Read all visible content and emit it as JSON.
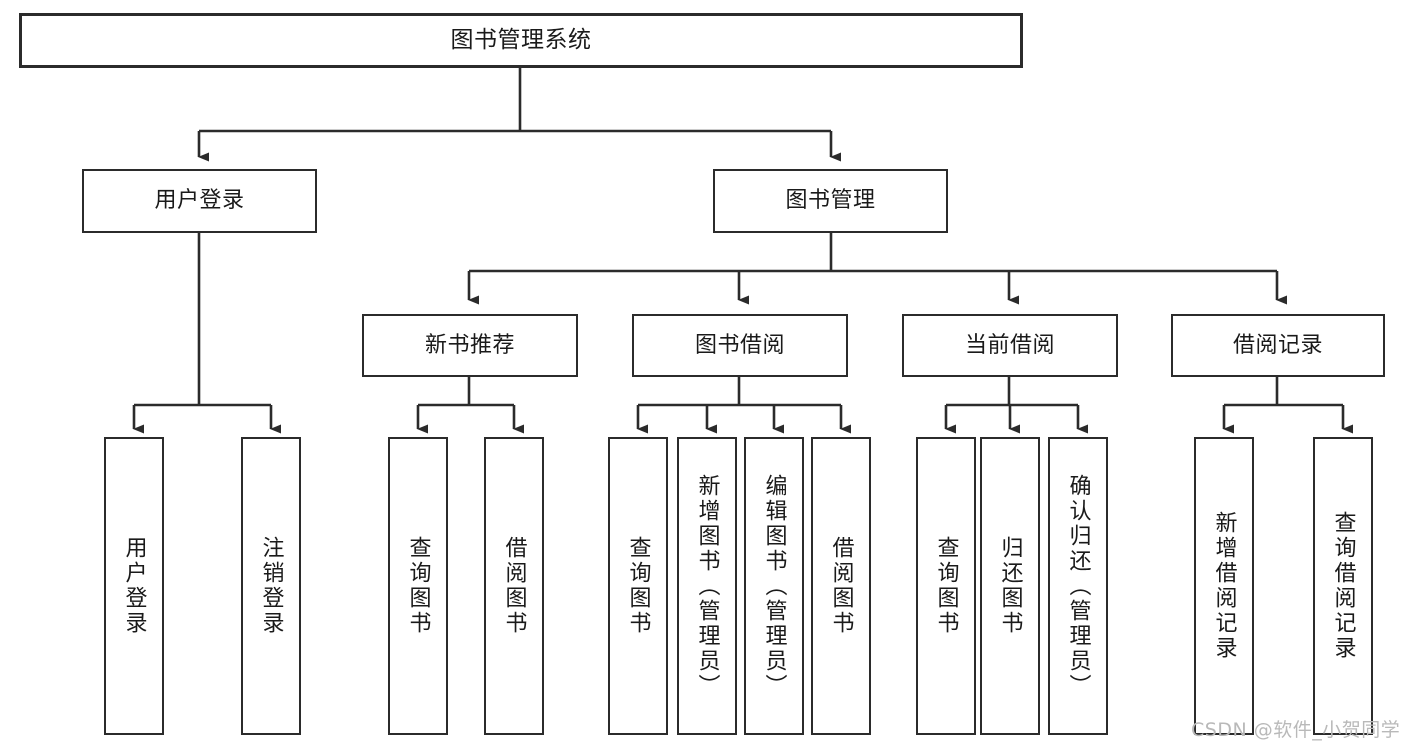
{
  "diagram": {
    "type": "tree",
    "title": "图书管理系统",
    "orientation": "top-down",
    "colors": {
      "box_border": "#2b2b2b",
      "box_fill": "#ffffff",
      "connector": "#2b2b2b",
      "text": "#1a1a1a",
      "watermark": "#b9b9b9",
      "background": "#ffffff"
    },
    "levels": [
      {
        "level": 1,
        "nodes": [
          {
            "id": "root",
            "label": "图书管理系统",
            "orientation": "horizontal"
          }
        ]
      },
      {
        "level": 2,
        "nodes": [
          {
            "id": "user-login",
            "label": "用户登录",
            "orientation": "horizontal",
            "parent": "root"
          },
          {
            "id": "book-manage",
            "label": "图书管理",
            "orientation": "horizontal",
            "parent": "root"
          }
        ]
      },
      {
        "level": 3,
        "nodes": [
          {
            "id": "new-book-rec",
            "label": "新书推荐",
            "orientation": "horizontal",
            "parent": "book-manage"
          },
          {
            "id": "book-borrow",
            "label": "图书借阅",
            "orientation": "horizontal",
            "parent": "book-manage"
          },
          {
            "id": "current-borrow",
            "label": "当前借阅",
            "orientation": "horizontal",
            "parent": "book-manage"
          },
          {
            "id": "borrow-record",
            "label": "借阅记录",
            "orientation": "horizontal",
            "parent": "book-manage"
          }
        ]
      },
      {
        "level": 4,
        "nodes": [
          {
            "id": "leaf-user-login",
            "label": "用户登录",
            "orientation": "vertical",
            "parent": "user-login"
          },
          {
            "id": "leaf-user-logout",
            "label": "注销登录",
            "orientation": "vertical",
            "parent": "user-login"
          },
          {
            "id": "leaf-query-book-1",
            "label": "查询图书",
            "orientation": "vertical",
            "parent": "new-book-rec"
          },
          {
            "id": "leaf-borrow-book-1",
            "label": "借阅图书",
            "orientation": "vertical",
            "parent": "new-book-rec"
          },
          {
            "id": "leaf-query-book-2",
            "label": "查询图书",
            "orientation": "vertical",
            "parent": "book-borrow"
          },
          {
            "id": "leaf-add-book",
            "label": "新增图书（管理员）",
            "orientation": "vertical",
            "parent": "book-borrow"
          },
          {
            "id": "leaf-edit-book",
            "label": "编辑图书（管理员）",
            "orientation": "vertical",
            "parent": "book-borrow"
          },
          {
            "id": "leaf-borrow-book-2",
            "label": "借阅图书",
            "orientation": "vertical",
            "parent": "book-borrow"
          },
          {
            "id": "leaf-query-book-3",
            "label": "查询图书",
            "orientation": "vertical",
            "parent": "current-borrow"
          },
          {
            "id": "leaf-return-book",
            "label": "归还图书",
            "orientation": "vertical",
            "parent": "current-borrow"
          },
          {
            "id": "leaf-confirm-return",
            "label": "确认归还（管理员）",
            "orientation": "vertical",
            "parent": "current-borrow"
          },
          {
            "id": "leaf-add-record",
            "label": "新增借阅记录",
            "orientation": "vertical",
            "parent": "borrow-record"
          },
          {
            "id": "leaf-query-record",
            "label": "查询借阅记录",
            "orientation": "vertical",
            "parent": "borrow-record"
          }
        ]
      }
    ]
  },
  "watermark": {
    "text": "CSDN @软件_小贺同学"
  }
}
